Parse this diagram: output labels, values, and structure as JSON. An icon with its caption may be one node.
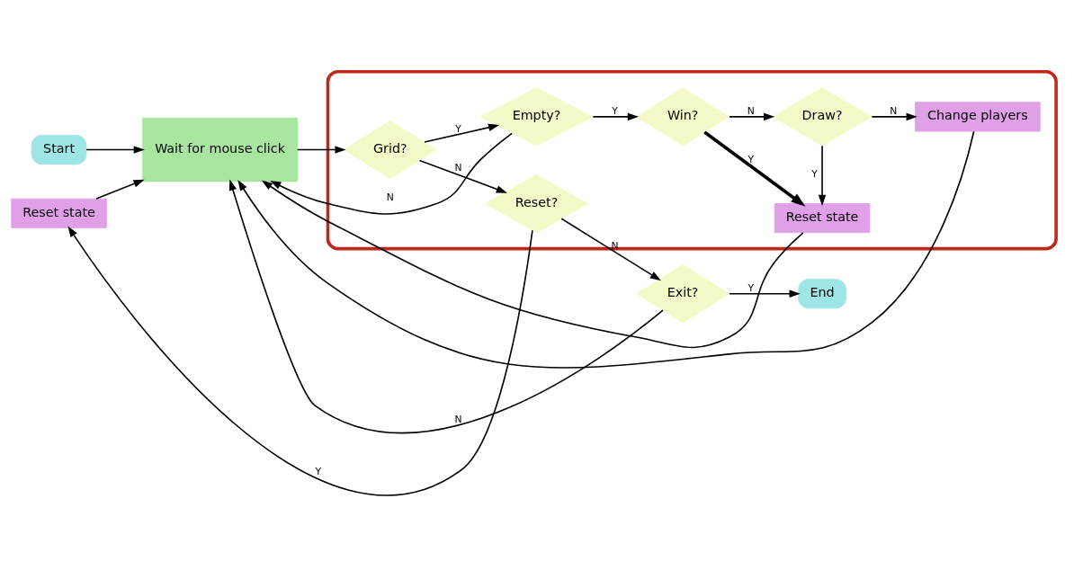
{
  "diagram": {
    "nodes": [
      {
        "text": [
          "Start"
        ]
      },
      {
        "text": [
          "Wait for mouse click"
        ]
      },
      {
        "text": [],
        "shape": "box"
      },
      {
        "text": [
          "Grid?"
        ],
        "in": 2
      },
      {
        "text": [
          "Empty?"
        ],
        "in": 2
      },
      {
        "text": [
          "Win?"
        ],
        "in": 2
      },
      {
        "text": [
          "Reset state"
        ],
        "in": 2
      },
      {
        "text": [
          "Reset state"
        ]
      },
      {
        "text": [
          "Reset?"
        ],
        "in": 2
      },
      {
        "text": [
          "Draw?"
        ],
        "in": 2
      },
      {
        "text": [
          "Change players"
        ],
        "in": 2
      },
      {
        "text": [
          "Exit?"
        ]
      },
      {
        "text": [
          "End"
        ]
      }
    ],
    "edges": [
      {
        "from": 0,
        "to": 1,
        "arrow": "to"
      },
      {
        "from": 1,
        "to": 3,
        "arrow": "to"
      },
      {
        "from": 3,
        "to": 4,
        "arrow": "to",
        "label": "Y"
      },
      {
        "from": 4,
        "to": 5,
        "arrow": "to",
        "label": "Y"
      },
      {
        "from": 5,
        "to": 6,
        "arrow": "to",
        "label": "Y",
        "style": "thick"
      },
      {
        "from": 3,
        "to": 8,
        "arrow": "to",
        "label": "N"
      },
      {
        "from": 8,
        "to": 7,
        "arrow": "to",
        "label": "Y"
      },
      {
        "from": 7,
        "to": 1,
        "arrow": "to"
      },
      {
        "from": 4,
        "to": 1,
        "arrow": "to",
        "label": "N"
      },
      {
        "from": 6,
        "to": 1,
        "arrow": "to"
      },
      {
        "from": 10,
        "to": 1,
        "arrow": "to"
      },
      {
        "from": 5,
        "to": 9,
        "arrow": "to",
        "label": "N"
      },
      {
        "from": 9,
        "to": 6,
        "arrow": "to",
        "label": "Y"
      },
      {
        "from": 9,
        "to": 10,
        "arrow": "to",
        "label": "N"
      },
      {
        "from": 8,
        "to": 11,
        "arrow": "to",
        "label": "N"
      },
      {
        "from": 11,
        "to": 12,
        "arrow": "to",
        "label": "Y"
      },
      {
        "from": 11,
        "to": 1,
        "arrow": "to",
        "label": "N"
      }
    ]
  }
}
